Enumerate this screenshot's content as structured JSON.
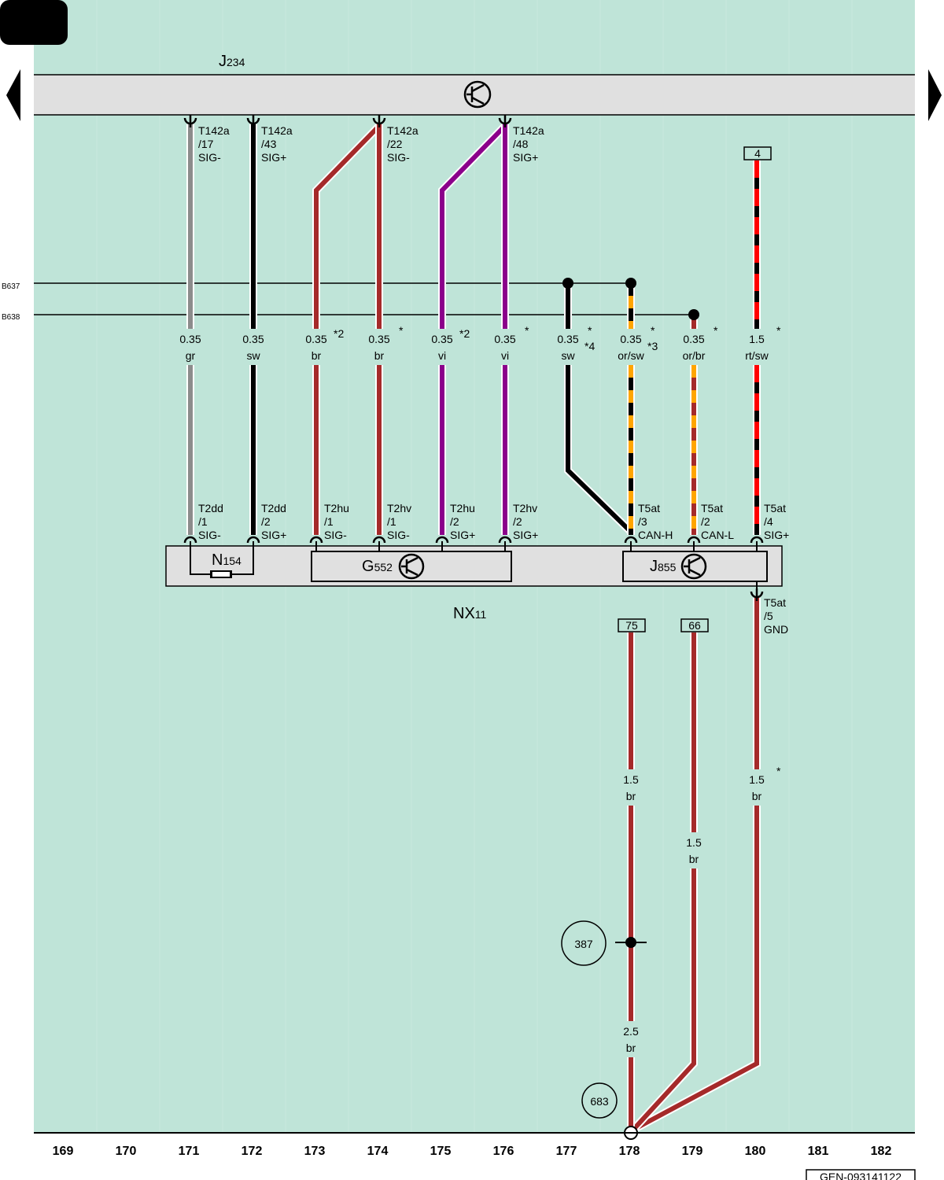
{
  "page": {
    "code": "GEN-093141122"
  },
  "components": {
    "j234": {
      "letter": "J",
      "sub": "234"
    },
    "nx11": {
      "letter": "NX",
      "sub": "11"
    },
    "n154": {
      "letter": "N",
      "sub": "154"
    },
    "g552": {
      "letter": "G",
      "sub": "552"
    },
    "j855": {
      "letter": "J",
      "sub": "855"
    }
  },
  "buses": [
    {
      "id": "b637",
      "label": "B637"
    },
    {
      "id": "b638",
      "label": "B638"
    }
  ],
  "top_connectors": [
    {
      "id": "c171",
      "lines": [
        "T142a",
        "/17",
        "SIG-"
      ]
    },
    {
      "id": "c172",
      "lines": [
        "T142a",
        "/43",
        "SIG+"
      ]
    },
    {
      "id": "c174",
      "lines": [
        "T142a",
        "/22",
        "SIG-"
      ]
    },
    {
      "id": "c176",
      "lines": [
        "T142a",
        "/48",
        "SIG+"
      ]
    }
  ],
  "bottom_connectors": [
    {
      "id": "d171",
      "lines": [
        "T2dd",
        "/1",
        "SIG-"
      ]
    },
    {
      "id": "d172",
      "lines": [
        "T2dd",
        "/2",
        "SIG+"
      ]
    },
    {
      "id": "d173",
      "lines": [
        "T2hu",
        "/1",
        "SIG-"
      ]
    },
    {
      "id": "d174",
      "lines": [
        "T2hv",
        "/1",
        "SIG-"
      ]
    },
    {
      "id": "d175",
      "lines": [
        "T2hu",
        "/2",
        "SIG+"
      ]
    },
    {
      "id": "d176",
      "lines": [
        "T2hv",
        "/2",
        "SIG+"
      ]
    },
    {
      "id": "d178",
      "lines": [
        "T5at",
        "/3",
        "CAN-H"
      ]
    },
    {
      "id": "d179",
      "lines": [
        "T5at",
        "/2",
        "CAN-L"
      ]
    },
    {
      "id": "d180",
      "lines": [
        "T5at",
        "/4",
        "SIG+"
      ]
    },
    {
      "id": "d180g",
      "lines": [
        "T5at",
        "/5",
        "GND"
      ]
    }
  ],
  "wire_labels": [
    {
      "id": "w171",
      "size": "0.35",
      "color": "gr",
      "note": ""
    },
    {
      "id": "w172",
      "size": "0.35",
      "color": "sw",
      "note": ""
    },
    {
      "id": "w173",
      "size": "0.35",
      "color": "br",
      "note": "*2"
    },
    {
      "id": "w174",
      "size": "0.35",
      "color": "br",
      "note": "*"
    },
    {
      "id": "w175",
      "size": "0.35",
      "color": "vi",
      "note": "*2"
    },
    {
      "id": "w176",
      "size": "0.35",
      "color": "vi",
      "note": "*"
    },
    {
      "id": "w177",
      "size": "0.35",
      "color": "sw",
      "note": "*",
      "note2": "*4"
    },
    {
      "id": "w178",
      "size": "0.35",
      "color": "or/sw",
      "note": "*",
      "note2": "*3"
    },
    {
      "id": "w179",
      "size": "0.35",
      "color": "or/br",
      "note": "*"
    },
    {
      "id": "w180",
      "size": "1.5",
      "color": "rt/sw",
      "note": "*"
    },
    {
      "id": "w180b",
      "size": "1.5",
      "color": "br",
      "note": "*"
    },
    {
      "id": "w178b",
      "size": "1.5",
      "color": "br",
      "note": ""
    },
    {
      "id": "w179b",
      "size": "1.5",
      "color": "br",
      "note": ""
    },
    {
      "id": "w178c",
      "size": "2.5",
      "color": "br",
      "note": ""
    }
  ],
  "terminals": [
    {
      "id": "t4",
      "label": "4"
    },
    {
      "id": "t75",
      "label": "75"
    },
    {
      "id": "t66",
      "label": "66"
    }
  ],
  "ground_refs": [
    {
      "id": "g387",
      "label": "387"
    },
    {
      "id": "g683",
      "label": "683"
    }
  ],
  "columns": [
    "169",
    "170",
    "171",
    "172",
    "173",
    "174",
    "175",
    "176",
    "177",
    "178",
    "179",
    "180",
    "181",
    "182"
  ],
  "colors": {
    "background": "#bfe4d8",
    "module": "#e0e0e0",
    "gr": "#8c8c8c",
    "sw": "#000000",
    "br": "#a52a2a",
    "vi": "#8b008b",
    "or": "#ffa500",
    "rt": "#ff0000"
  }
}
